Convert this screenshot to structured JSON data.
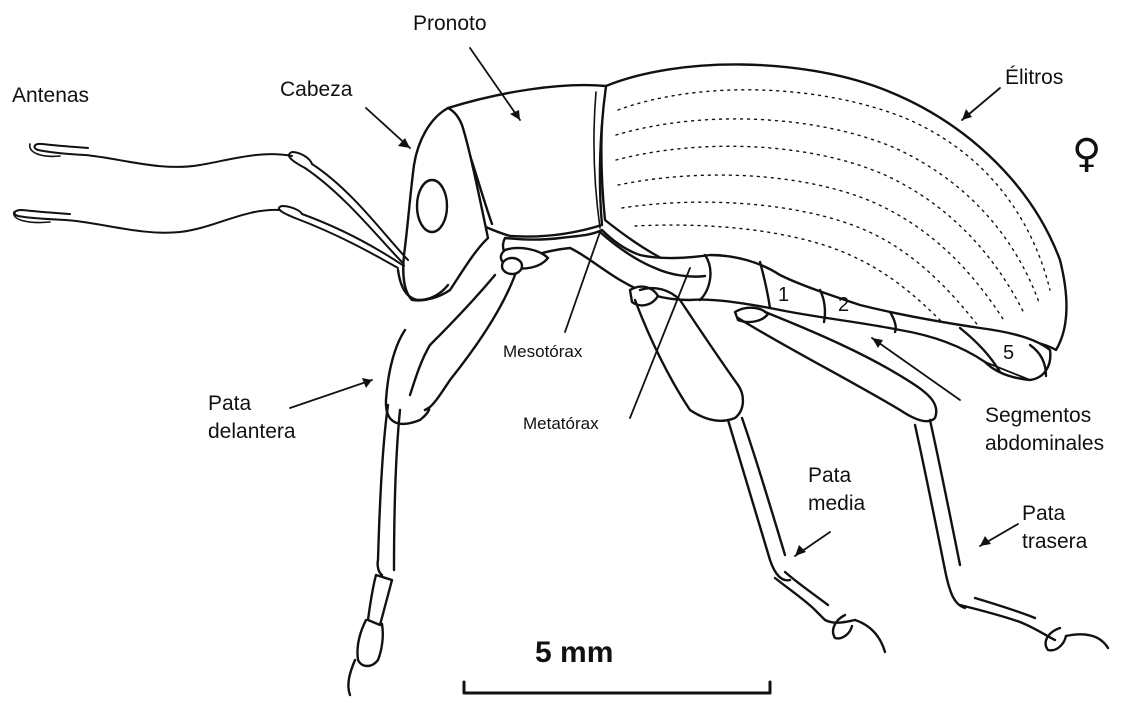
{
  "labels": {
    "antenas": "Antenas",
    "cabeza": "Cabeza",
    "pronoto": "Pronoto",
    "elitros": "Élitros",
    "female_symbol": "♀",
    "mesotorax": "Mesotórax",
    "metatorax": "Metatórax",
    "pata_delantera_1": "Pata",
    "pata_delantera_2": "delantera",
    "segmentos_1": "Segmentos",
    "segmentos_2": "abdominales",
    "pata_media_1": "Pata",
    "pata_media_2": "media",
    "pata_trasera_1": "Pata",
    "pata_trasera_2": "trasera",
    "scale": "5 mm"
  },
  "segment_numbers": [
    "1",
    "2",
    "5"
  ],
  "colors": {
    "ink": "#111111",
    "background": "#ffffff"
  }
}
